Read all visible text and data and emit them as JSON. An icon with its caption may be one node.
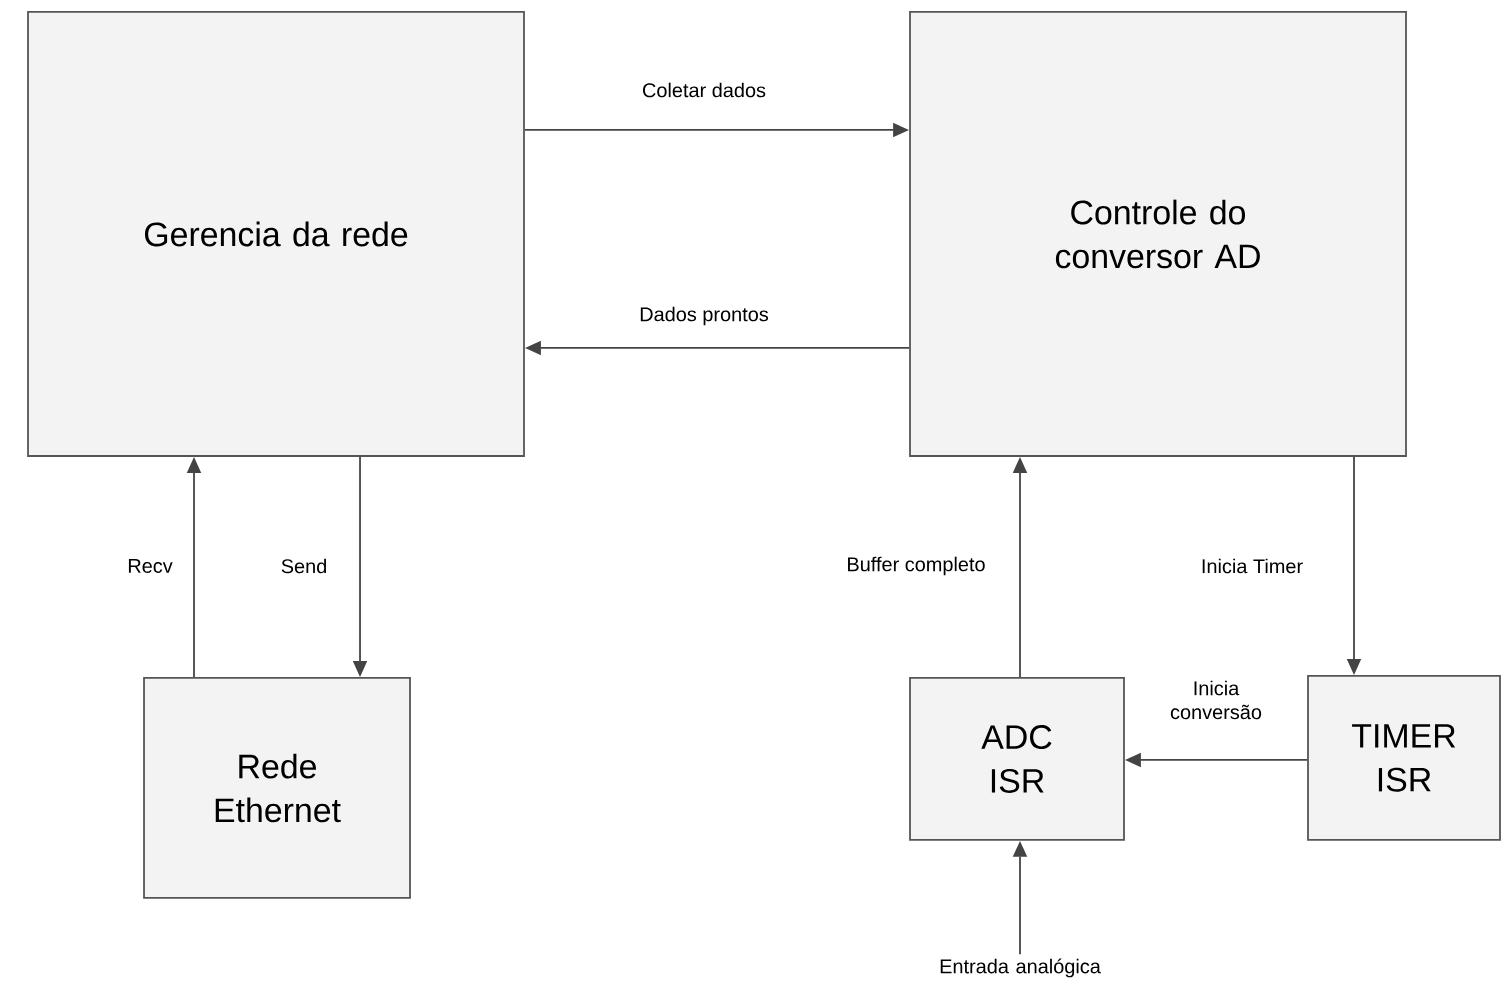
{
  "diagram": {
    "nodes": [
      {
        "text": [
          "Gerencia da rede"
        ]
      },
      {
        "text": [
          "Controle do conversor AD"
        ]
      },
      {
        "text": [
          "Rede Ethernet"
        ]
      },
      {
        "text": [
          "ADC ISR"
        ]
      },
      {
        "text": [
          "TIMER ISR"
        ]
      },
      {
        "text": [
          "Entrada analógica"
        ]
      }
    ],
    "edges": [
      {
        "from": 0,
        "to": 1,
        "arrow": "to",
        "label": "Coletar dados"
      },
      {
        "from": 1,
        "to": 0,
        "arrow": "to",
        "label": "Dados prontos"
      },
      {
        "from": 2,
        "to": 0,
        "arrow": "to",
        "label": "Recv"
      },
      {
        "from": 0,
        "to": 2,
        "arrow": "to",
        "label": "Send"
      },
      {
        "from": 3,
        "to": 1,
        "arrow": "to",
        "label": "Buffer completo"
      },
      {
        "from": 1,
        "to": 4,
        "arrow": "to",
        "label": "Inicia Timer"
      },
      {
        "from": 4,
        "to": 3,
        "arrow": "to",
        "label": "Inicia conversão"
      },
      {
        "from": 5,
        "to": 3,
        "arrow": "to"
      }
    ]
  }
}
